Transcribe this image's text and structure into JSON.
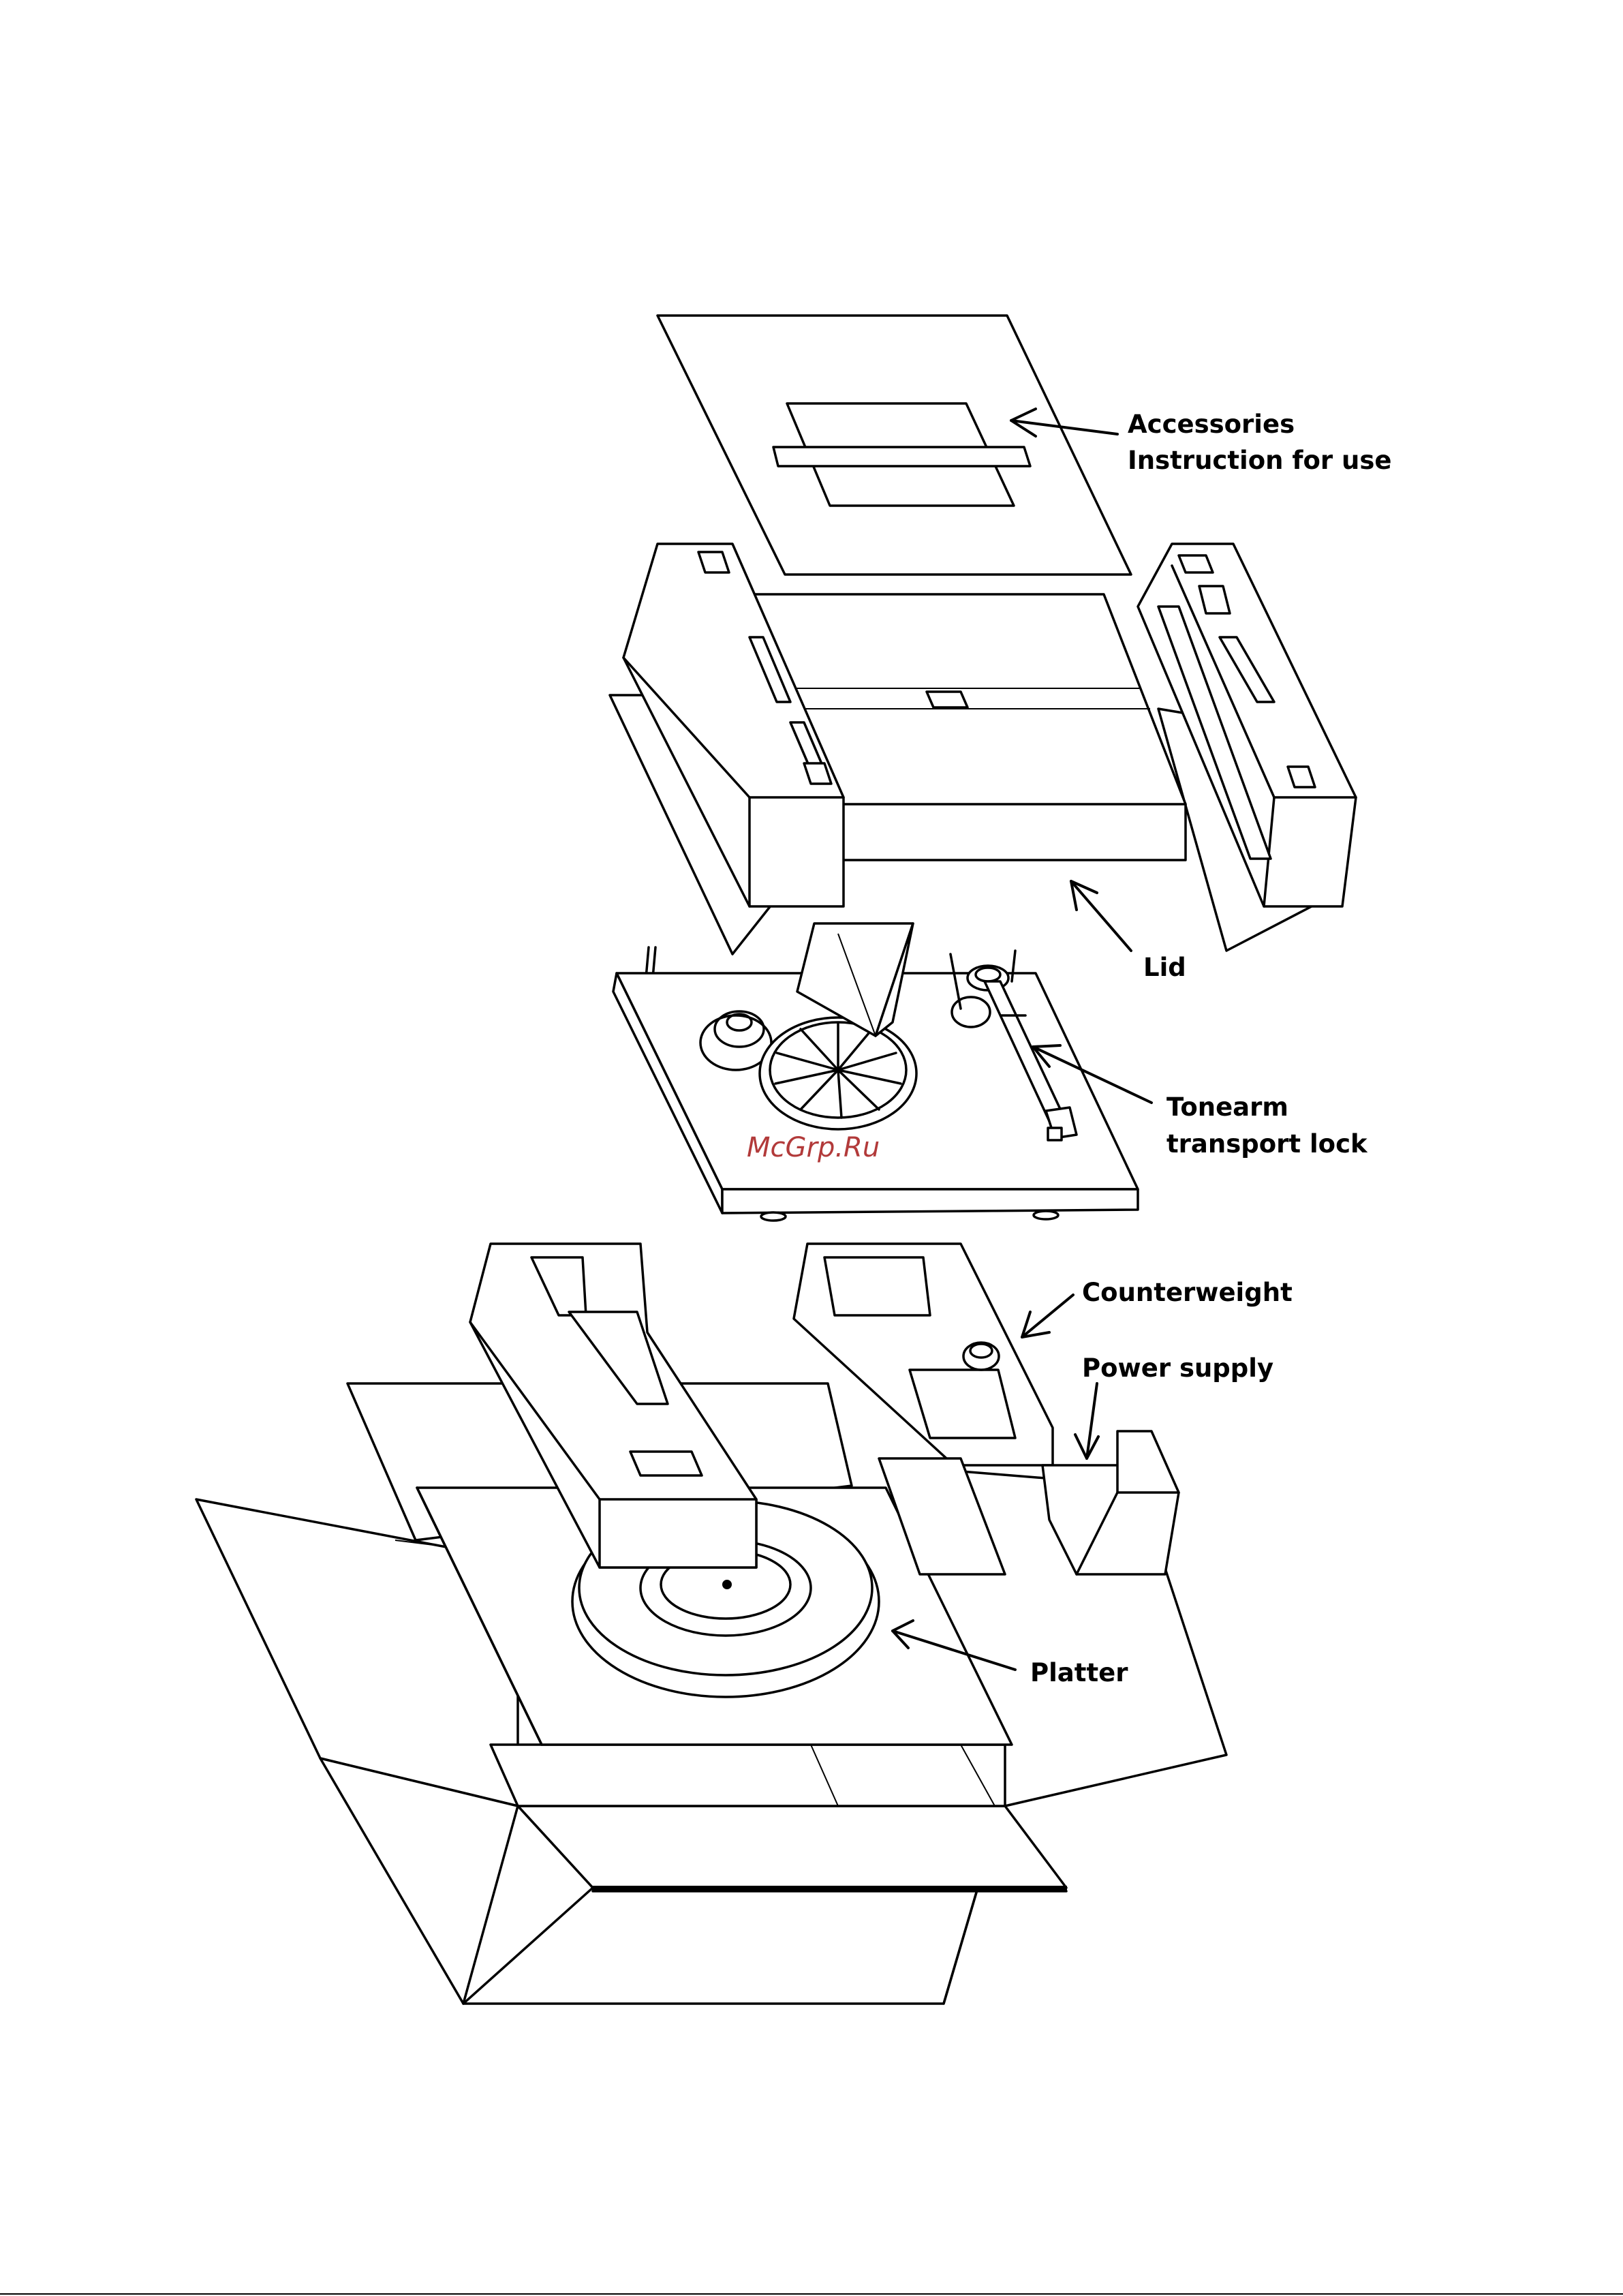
{
  "labels": {
    "accessories": "Accessories",
    "instruction": "Instruction for use",
    "lid": "Lid",
    "tonearm_line1": "Tonearm",
    "tonearm_line2": "transport lock",
    "counterweight": "Counterweight",
    "power_supply": "Power supply",
    "platter": "Platter"
  },
  "watermark": "McGrp.Ru",
  "colors": {
    "line": "#000000",
    "background": "#ffffff",
    "watermark": "#b23a3a"
  }
}
